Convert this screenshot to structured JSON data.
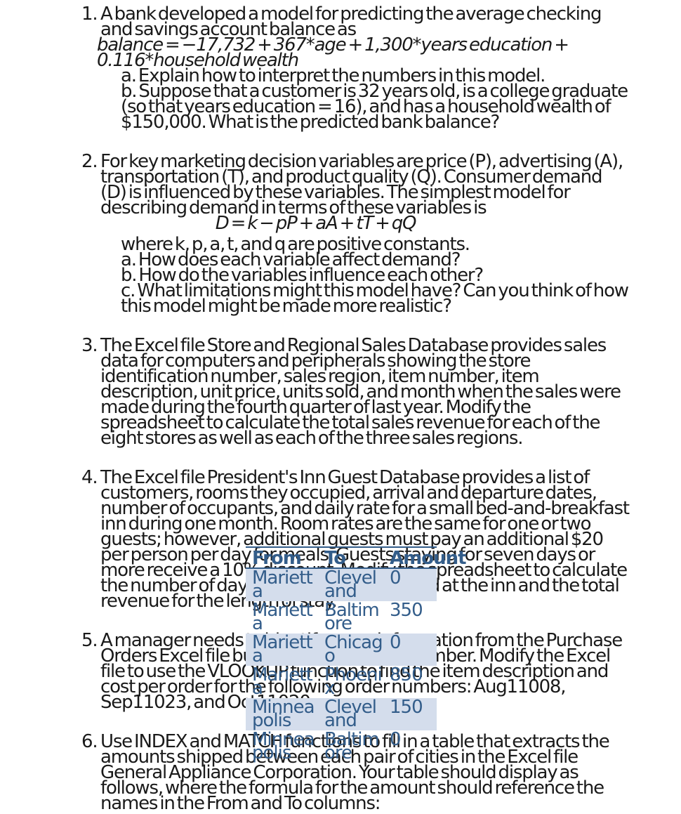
{
  "problems": [
    {
      "number": "1.",
      "intro": "A bank developed a model for predicting the average checking and savings account balance as",
      "formula": "balance = −17,732 + 367*age + 1,300*years education + 0.116*household wealth",
      "parts": [
        "a. Explain how to interpret the numbers in this model.",
        "b. Suppose that a customer is 32 years old, is a college graduate (so that years education = 16), and has a household wealth of $150,000. What is the predicted bank balance?"
      ]
    },
    {
      "number": "2.",
      "intro": "For key marketing decision variables are price (P), advertising (A), transportation (T), and product quality (Q). Consumer demand (D) is influenced by these variables. The simplest model for describing demand in terms of these variables is",
      "formula": "D = k − pP + aA + tT + qQ",
      "after": "where k, p, a, t, and q are positive constants.",
      "parts": [
        "a. How does each variable affect demand?",
        "b. How do the variables influence each other?",
        "c. What limitations might this model have? Can you think of how this model might be made more realistic?"
      ]
    },
    {
      "number": "3.",
      "text": "The Excel file Store and Regional Sales Database provides sales data for computers and peripherals showing the store identification number, sales region, item number, item description, unit price, units sold, and month when the sales were made during the fourth quarter of last year. Modify the spreadsheet to calculate the total sales revenue for each of the eight stores as well as each of the three sales regions."
    },
    {
      "number": "4.",
      "text": "The Excel file President's Inn Guest Database provides a list of customers, rooms they occupied, arrival and departure dates, number of occupants, and daily rate for a small bed-and-breakfast inn during one month. Room rates are the same for one or two guests; however, additional guests must pay an additional $20 per person per day for meals. Guests staying for seven days or more receive a 10% discount. Modify the spreadsheet to calculate the number of days that each party stayed at the inn and the total revenue for the length of stay."
    },
    {
      "number": "5.",
      "text": "A manager needs to identify some information from the Purchase Orders Excel file but has only the order number. Modify the Excel file to use the VLOOKUP function to find the item description and cost per order for the following order numbers: Aug11008, Sep11023, and Oct11020."
    },
    {
      "number": "6.",
      "text": "Use INDEX and MATCH functions to fill in a table that extracts the amounts shipped between each pair of cities in the Excel file General Appliance Corporation. Your table should display as follows, where the formula for the amount should reference the names in the From and To columns:"
    }
  ],
  "shipping_table": {
    "headers": [
      "From",
      "To",
      "Amount"
    ],
    "rows": [
      [
        "Marietta",
        "Cleveland",
        "0"
      ],
      [
        "Marietta",
        "Baltimore",
        "350"
      ],
      [
        "Marietta",
        "Chicago",
        "0"
      ],
      [
        "Marietta",
        "Phoenix",
        "850"
      ],
      [
        "Minneapolis",
        "Cleveland",
        "150"
      ],
      [
        "Minneapolis",
        "Baltimore",
        "0"
      ]
    ]
  }
}
